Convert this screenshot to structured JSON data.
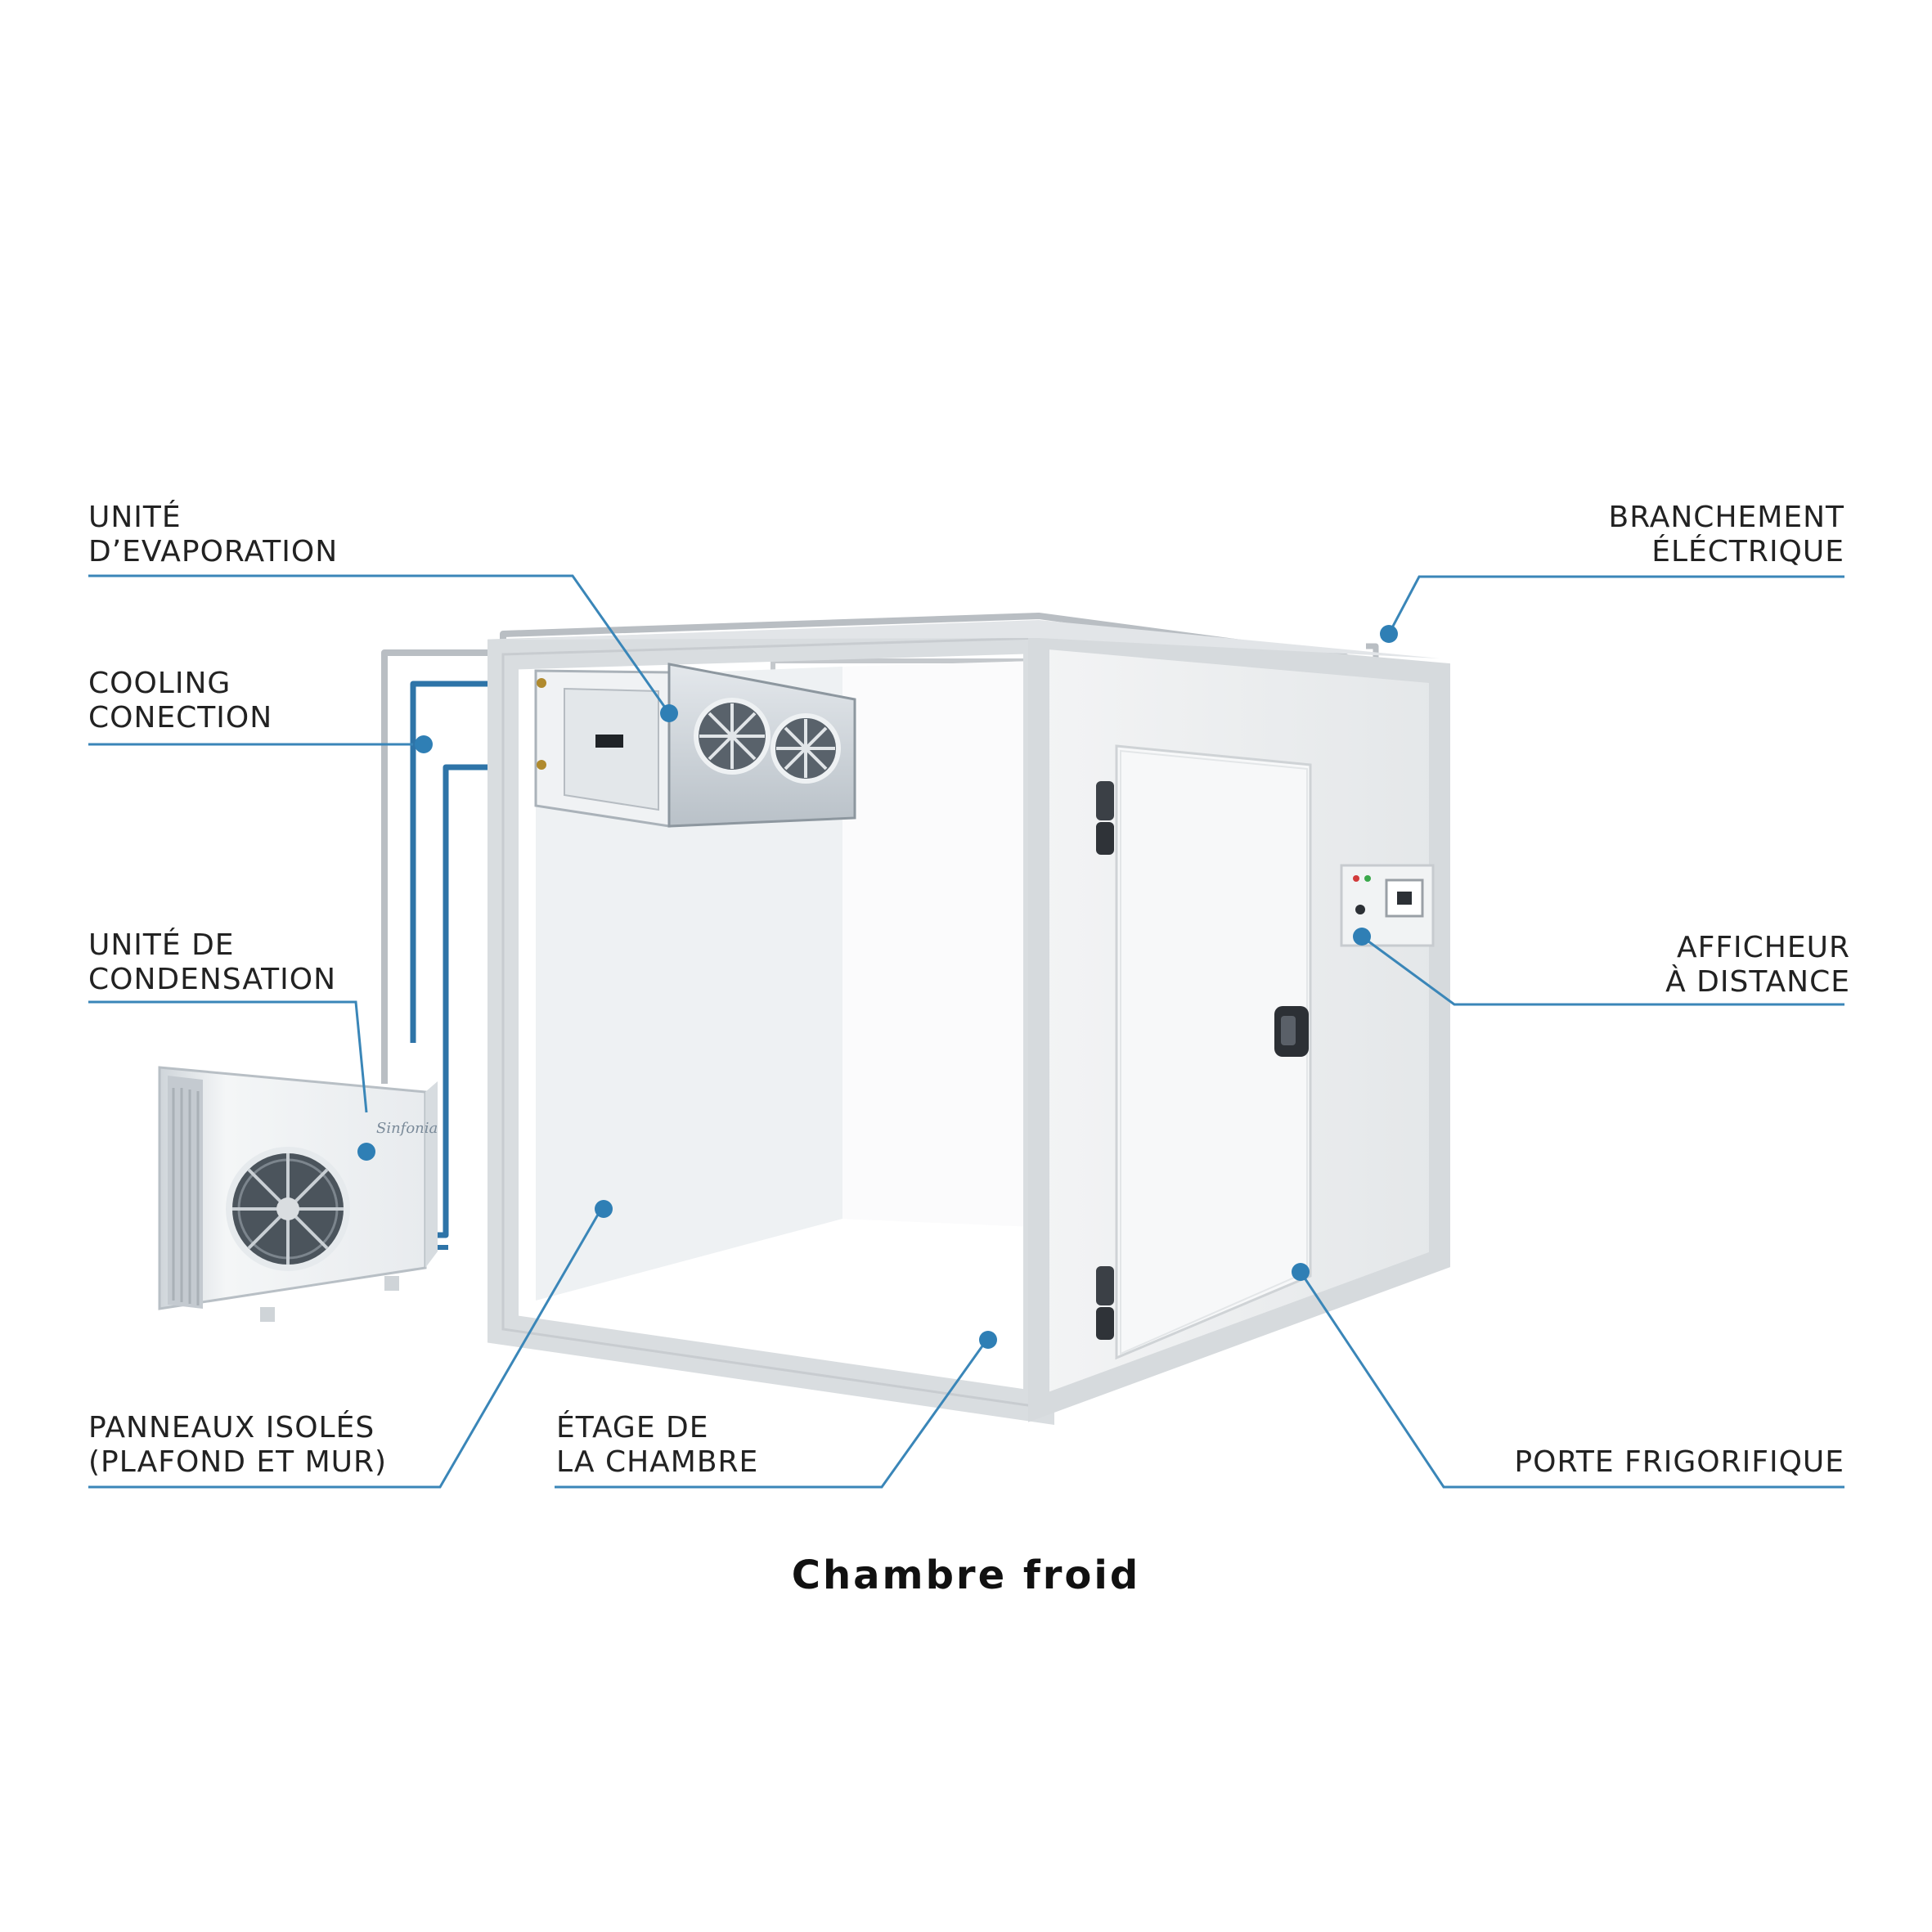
{
  "labels": {
    "evaporation": {
      "line1": "UNITÉ",
      "line2": "D’EVAPORATION"
    },
    "cooling": {
      "line1": "COOLING",
      "line2": "CONECTION"
    },
    "condensation": {
      "line1": "UNITÉ DE",
      "line2": "CONDENSATION"
    },
    "panels": {
      "line1": "PANNEAUX ISOLÉS",
      "line2": "(PLAFOND ET MUR)"
    },
    "floor": {
      "line1": "ÉTAGE DE",
      "line2": "LA CHAMBRE"
    },
    "electric": {
      "line1": "BRANCHEMENT",
      "line2": "ÉLÉCTRIQUE"
    },
    "display": {
      "line1": "AFFICHEUR",
      "line2": "À DISTANCE"
    },
    "door": {
      "line1": "PORTE FRIGORIFIQUE"
    }
  },
  "caption": "Chambre froid",
  "colors": {
    "callout": "#3a86b8",
    "callout_dot": "#2f7fb5",
    "pipe_blue": "#2e74a8",
    "pipe_grey": "#b9bec3",
    "frame": "#d9dde0",
    "panel": "#eef0f1",
    "text": "#222222"
  }
}
